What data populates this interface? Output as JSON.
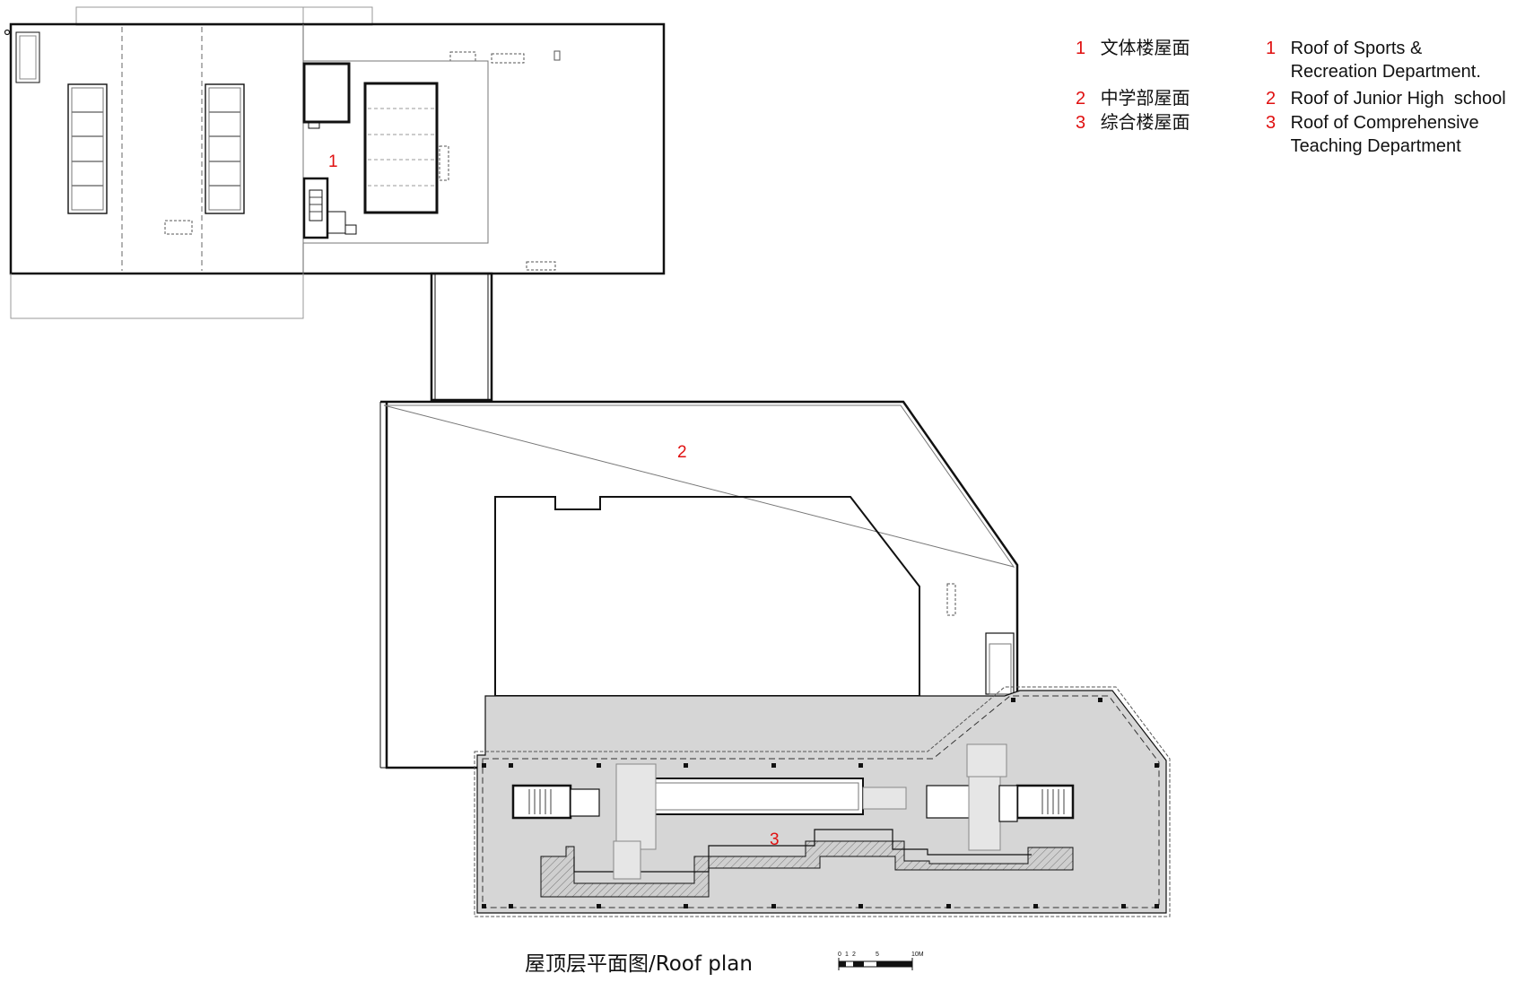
{
  "legend": {
    "zh": [
      {
        "num": "1",
        "text": "文体楼屋面"
      },
      {
        "num": "2",
        "text": "中学部屋面"
      },
      {
        "num": "3",
        "text": "综合楼屋面"
      }
    ],
    "en": [
      {
        "num": "1",
        "line1": "Roof of Sports &",
        "line2": "Recreation Department."
      },
      {
        "num": "2",
        "line1": "Roof of Junior High  school",
        "line2": ""
      },
      {
        "num": "3",
        "line1": "Roof of Comprehensive",
        "line2": "Teaching Department"
      }
    ]
  },
  "area_labels": {
    "a1": "1",
    "a2": "2",
    "a3": "3"
  },
  "caption": "屋顶层平面图/Roof plan",
  "scale_bar": {
    "ticks": [
      "0",
      "1",
      "2",
      "5",
      "10M"
    ]
  },
  "colors": {
    "accent_red": "#e01010",
    "roof_grey": "#d6d6d6",
    "line": "#111111"
  }
}
